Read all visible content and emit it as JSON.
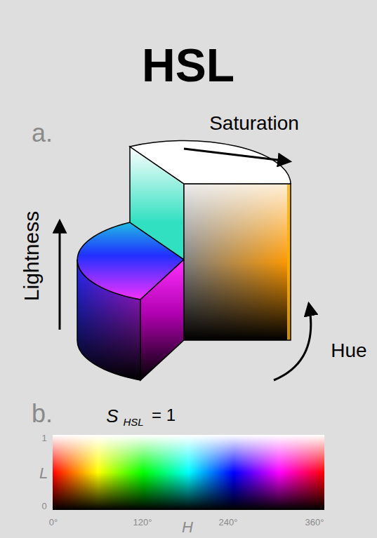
{
  "diagram": {
    "title": "HSL",
    "labels": [
      "a.",
      "Saturation",
      "Lightness",
      "Hue",
      "b.",
      "S",
      "HSL",
      "= 1",
      "1",
      "L",
      "0",
      "0°",
      "120°",
      "H",
      "240°",
      "360°"
    ]
  }
}
